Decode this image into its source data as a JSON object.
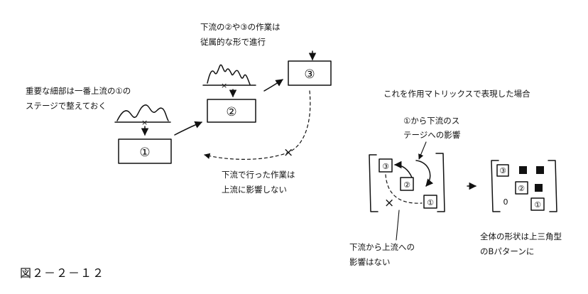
{
  "notes": {
    "stage1_note": [
      "重要な細部は一番上流の①の",
      "ステージで整えておく"
    ],
    "downstream_note": [
      "下流の②や③の作業は",
      "従属的な形で進行"
    ],
    "backflow_note": [
      "下流で行った作業は",
      "上流に影響しない"
    ],
    "matrix_title": "これを作用マトリックスで表現した場合",
    "influence_note": [
      "①から下流のス",
      "テージへの影響"
    ],
    "no_influence_note": [
      "下流から上流への",
      "影響はない"
    ],
    "result_note": [
      "全体の形状は上三角型",
      "のBパターンに"
    ]
  },
  "stages": {
    "stage1": "①",
    "stage2": "②",
    "stage3": "③"
  },
  "matrix": {
    "left": {
      "s3": "③",
      "s2": "②",
      "s1": "①"
    },
    "right": {
      "s3": "③",
      "s2": "②",
      "s1": "①",
      "zero": "0"
    }
  },
  "figure_label": "図２－２－１２"
}
